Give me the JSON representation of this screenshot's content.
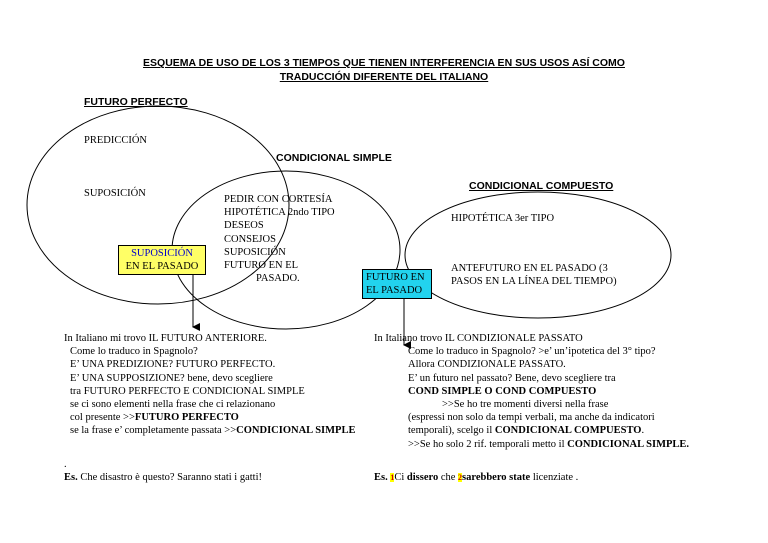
{
  "title": {
    "line1": "ESQUEMA DE USO DE LOS 3 TIEMPOS QUE TIENEN INTERFERENCIA EN SUS USOS ASÍ COMO",
    "line2": "TRADUCCIÓN DIFERENTE DEL ITALIANO"
  },
  "futuro_perfecto": {
    "heading": "FUTURO PERFECTO",
    "item1": "PREDICCIÓN",
    "item2": "SUPOSICIÓN",
    "box_line1": "SUPOSICIÓN",
    "box_line2": "EN EL PASADO"
  },
  "condicional_simple": {
    "heading": "CONDICIONAL SIMPLE",
    "lines": [
      "PEDIR CON CORTESÍA",
      "HIPOTÉTICA 2ndo TIPO",
      "DESEOS",
      "CONSEJOS",
      "SUPOSICIÓN",
      "FUTURO EN EL",
      "PASADO."
    ]
  },
  "condicional_compuesto": {
    "heading": "CONDICIONAL COMPUESTO",
    "item1": "HIPOTÉTICA 3er TIPO",
    "item2_line1": "ANTEFUTURO EN EL PASADO (3",
    "item2_line2": "PASOS EN LA LÍNEA DEL TIEMPO)",
    "box_line1": "FUTURO EN",
    "box_line2": "EL PASADO"
  },
  "left_note": {
    "lines": [
      "In Italiano mi trovo IL FUTURO ANTERIORE.",
      "Come lo traduco in Spagnolo?",
      "E’ UNA PREDIZIONE? FUTURO PERFECTO.",
      "E’ UNA SUPPOSIZIONE? bene, devo scegliere",
      "tra FUTURO PERFECTO E CONDICIONAL SIMPLE",
      "se ci sono elementi nella frase che ci relazionano"
    ],
    "line7_prefix": "col presente >>",
    "line7_bold": "FUTURO PERFECTO",
    "line8_prefix": "se la frase e’ completamente passata >>",
    "line8_bold": "CONDICIONAL SIMPLE",
    "dot": ".",
    "example_label": "Es.",
    "example_text": " Che disastro è questo? Saranno stati i gatti!"
  },
  "right_note": {
    "line1": "In Italiano trovo IL CONDIZIONALE PASSATO",
    "line2": "Come lo traduco in Spagnolo? >e’ un’ipotetica del 3° tipo?",
    "line3": "Allora CONDIZIONALE PASSATO.",
    "line4": "E’ un futuro nel passato? Bene, devo scegliere tra",
    "line5": "COND SIMPLE O COND COMPUESTO",
    "line6": ">>Se ho tre momenti diversi nella frase",
    "line7": "(espressi non solo da tempi verbali, ma anche da indicatori",
    "line8_prefix": "temporali), scelgo il ",
    "line8_bold": "CONDICIONAL COMPUESTO",
    "line8_suffix": ".",
    "line9_prefix": ">>Se ho solo 2 rif. temporali metto il ",
    "line9_bold": "CONDICIONAL SIMPLE.",
    "example_label": "Es.",
    "mark1": "1",
    "example_mid1": "Ci ",
    "example_bold1": "dissero",
    "example_mid2": " che ",
    "mark2": "2",
    "example_bold2": "sarebbero state",
    "example_end": " licenziate ."
  }
}
